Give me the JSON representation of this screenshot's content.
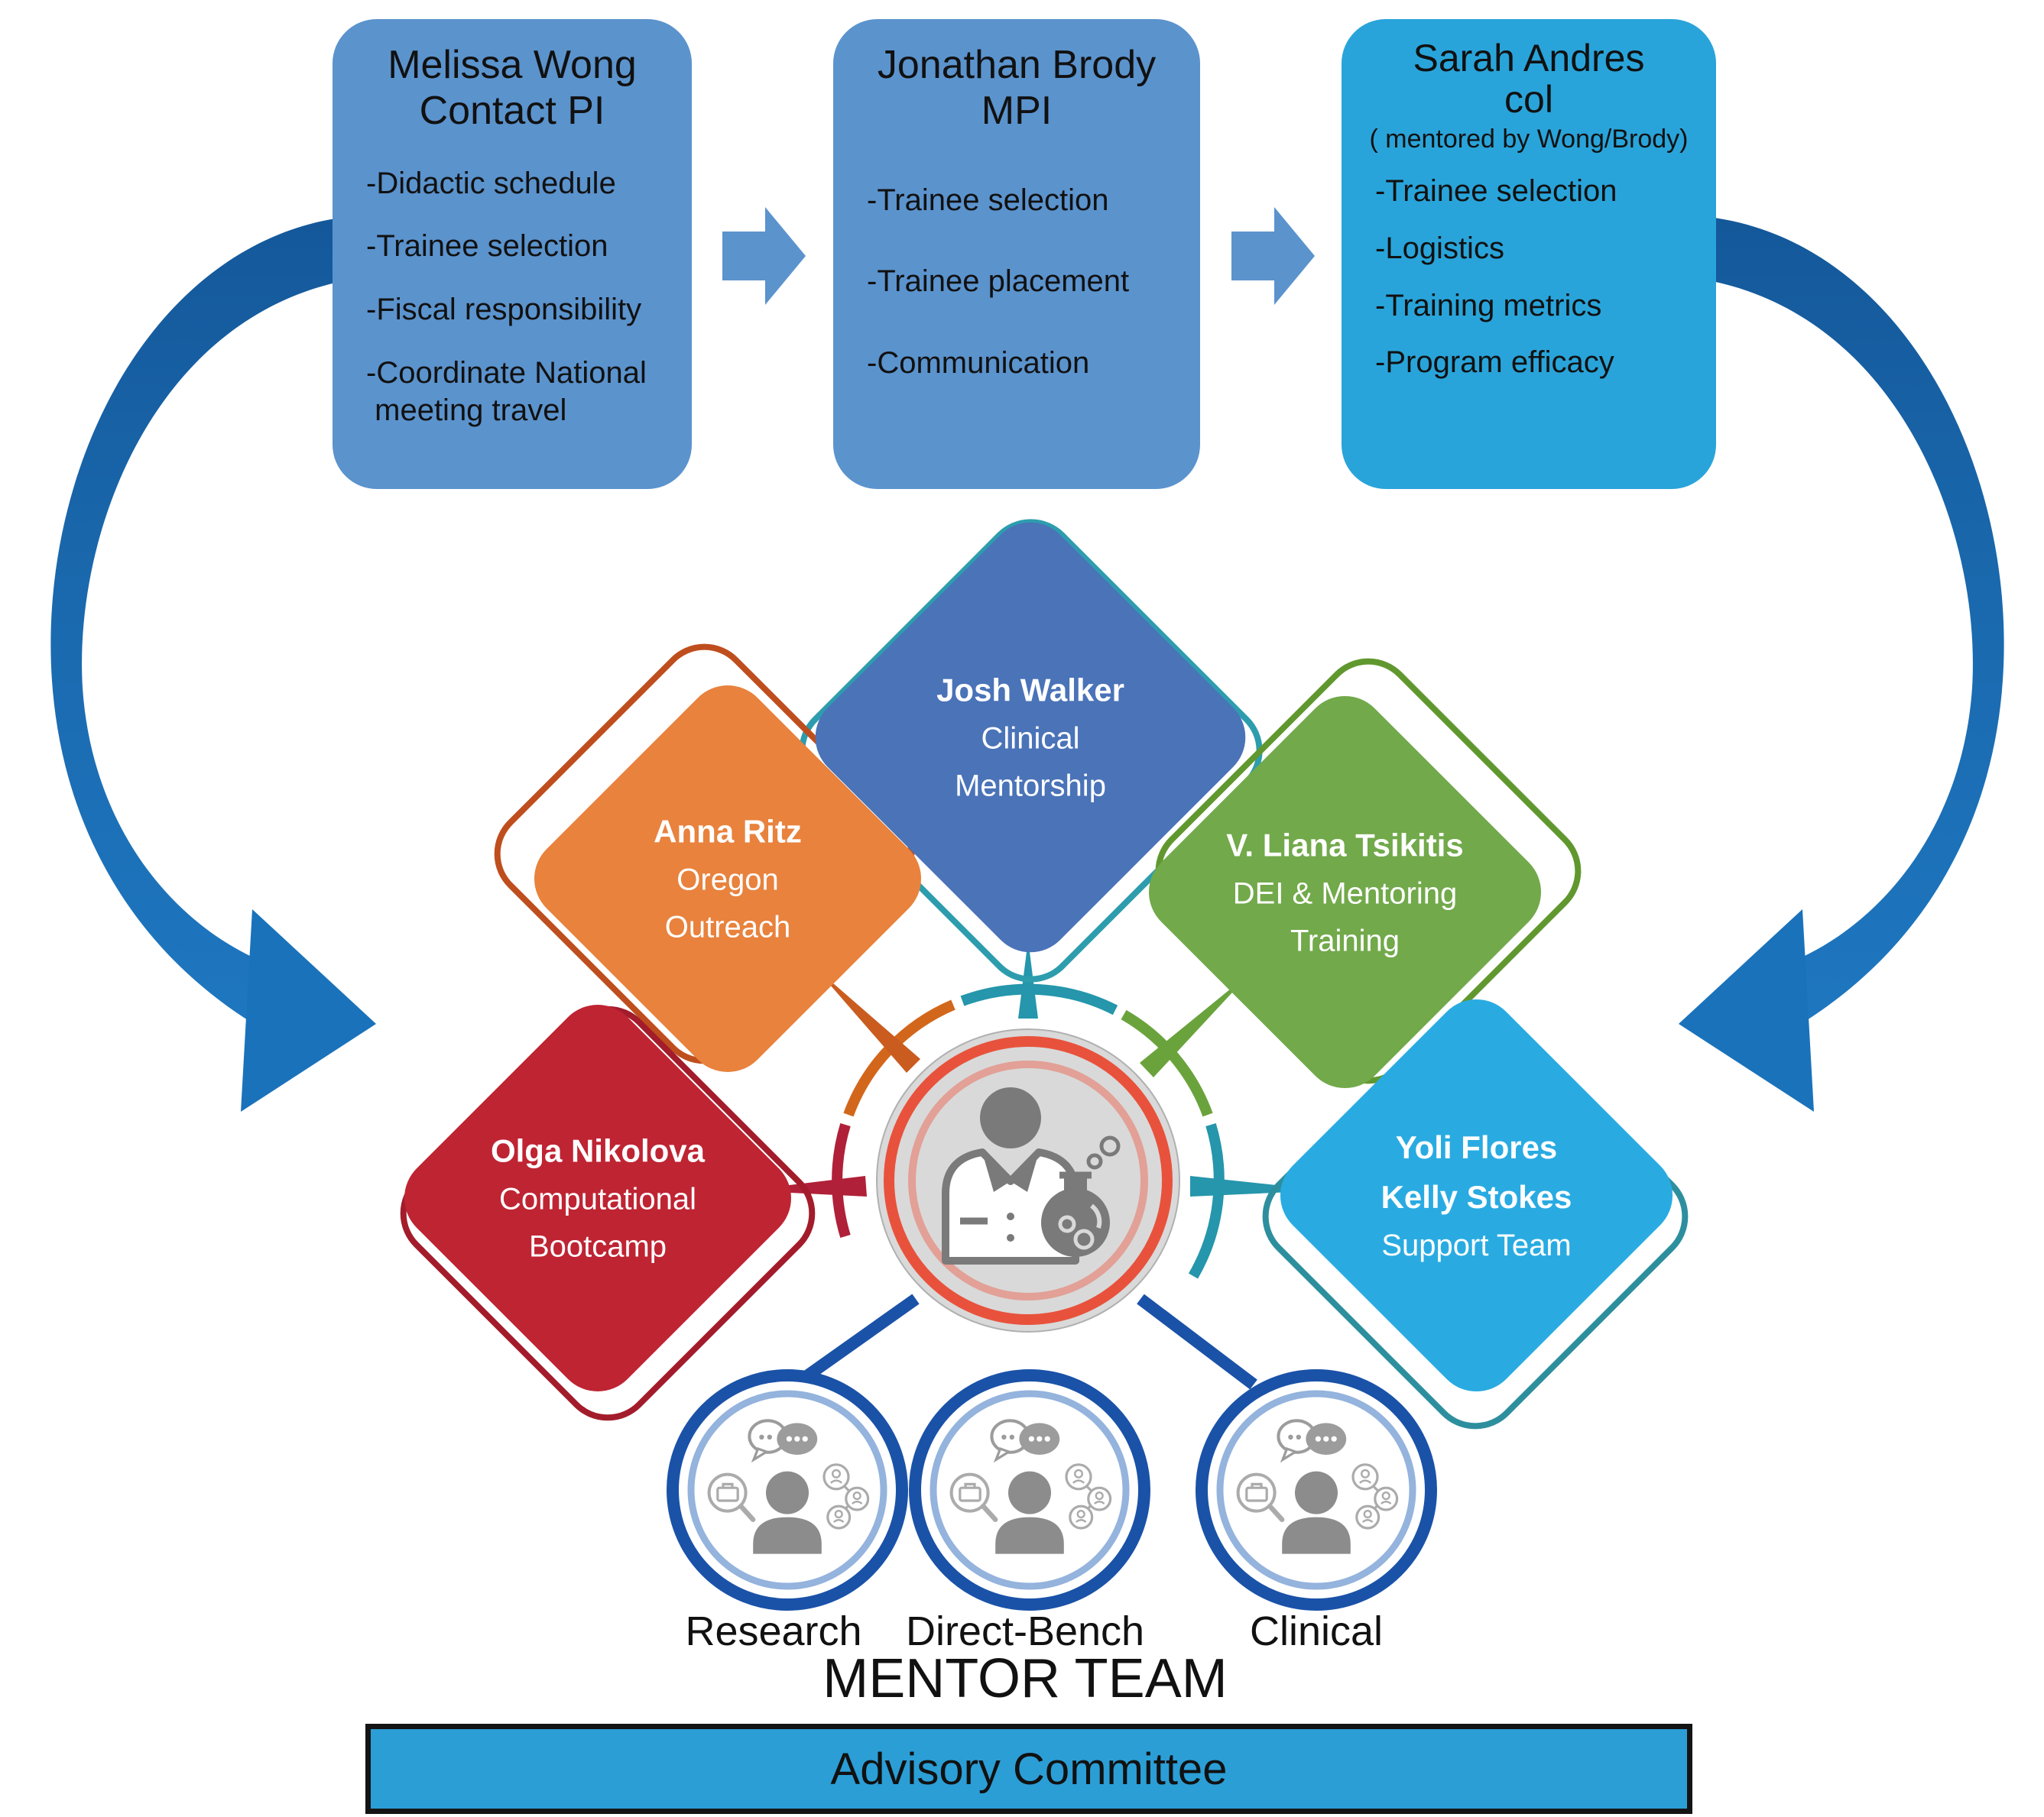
{
  "top_boxes": [
    {
      "title": "Melissa Wong\nContact PI",
      "items": [
        "-Didactic schedule",
        "-Trainee selection",
        "-Fiscal responsibility",
        "-Coordinate National\n meeting travel"
      ],
      "fill": "#5b93cd"
    },
    {
      "title": "Jonathan Brody\nMPI",
      "items": [
        "-Trainee selection",
        "-Trainee placement",
        "-Communication"
      ],
      "fill": "#5b93cd"
    },
    {
      "title": "Sarah Andres\ncol",
      "subtitle": "( mentored by Wong/Brody)",
      "items": [
        "-Trainee selection",
        "-Logistics",
        "-Training metrics",
        "-Program efficacy"
      ],
      "fill": "#29a4da"
    }
  ],
  "diamonds": [
    {
      "line1": "Josh Walker",
      "line2": "Clinical",
      "line3": "Mentorship",
      "fill": "#4a73b8",
      "outline": "#2d9dae"
    },
    {
      "line1": "Anna Ritz",
      "line2": "Oregon",
      "line3": "Outreach",
      "fill": "#e8823d",
      "outline": "#bf4e1e"
    },
    {
      "line1": "V. Liana Tsikitis",
      "line2": "DEI & Mentoring",
      "line3": "Training",
      "fill": "#72a94b",
      "outline": "#60982f"
    },
    {
      "line1": "Olga Nikolova",
      "line2": "Computational",
      "line3": "Bootcamp",
      "fill": "#bf2433",
      "outline": "#a31c2b"
    },
    {
      "line1": "Yoli Flores",
      "line2": "Kelly Stokes",
      "line3": "Support Team",
      "fill": "#29abe2",
      "outline": "#2d8f9e"
    }
  ],
  "hub": {
    "icon": "scientist-with-flask-icon",
    "fill": "#d9d9d9",
    "ring_color": "#e8523c",
    "inner_ring_color": "#e2a096"
  },
  "mentor_circles": [
    {
      "label": "Research"
    },
    {
      "label": "Direct-Bench"
    },
    {
      "label": "Clinical"
    }
  ],
  "mentor_team_label": "MENTOR TEAM",
  "advisory_committee": {
    "label": "Advisory Committee",
    "fill": "#2b9ed6"
  },
  "colors": {
    "flow_arrow": "#5b93cd",
    "cycle_arrow": "#1a68ad",
    "connector_blue": "#1a52a8",
    "mentor_ring_outer": "#1a52a8",
    "mentor_ring_inner": "#94b3dd",
    "spoke_teal": "#2596ab",
    "spoke_orange": "#c95c1e",
    "spoke_green": "#6aa33c",
    "spoke_red": "#b02038",
    "icon_grey": "#8c8c8c"
  }
}
